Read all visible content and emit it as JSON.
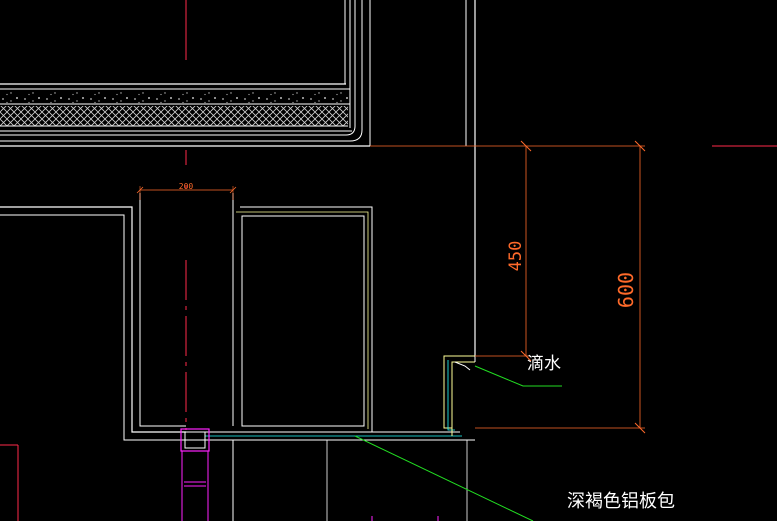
{
  "drawing": {
    "background": "#000000",
    "dimensions": {
      "width_200": "200",
      "height_450": "450",
      "height_600": "600"
    },
    "annotations": {
      "drip": "滴水",
      "cladding": "深褐色铝板包"
    },
    "colors": {
      "dimension": "#ff6a2a",
      "outline": "#ffffff",
      "secondary_outline": "#ffff99",
      "center_line": "#ff2a4a",
      "hatch": "#dddddd",
      "leader": "#22dd22",
      "cyan": "#22ffff",
      "magenta": "#ff22ff"
    }
  }
}
